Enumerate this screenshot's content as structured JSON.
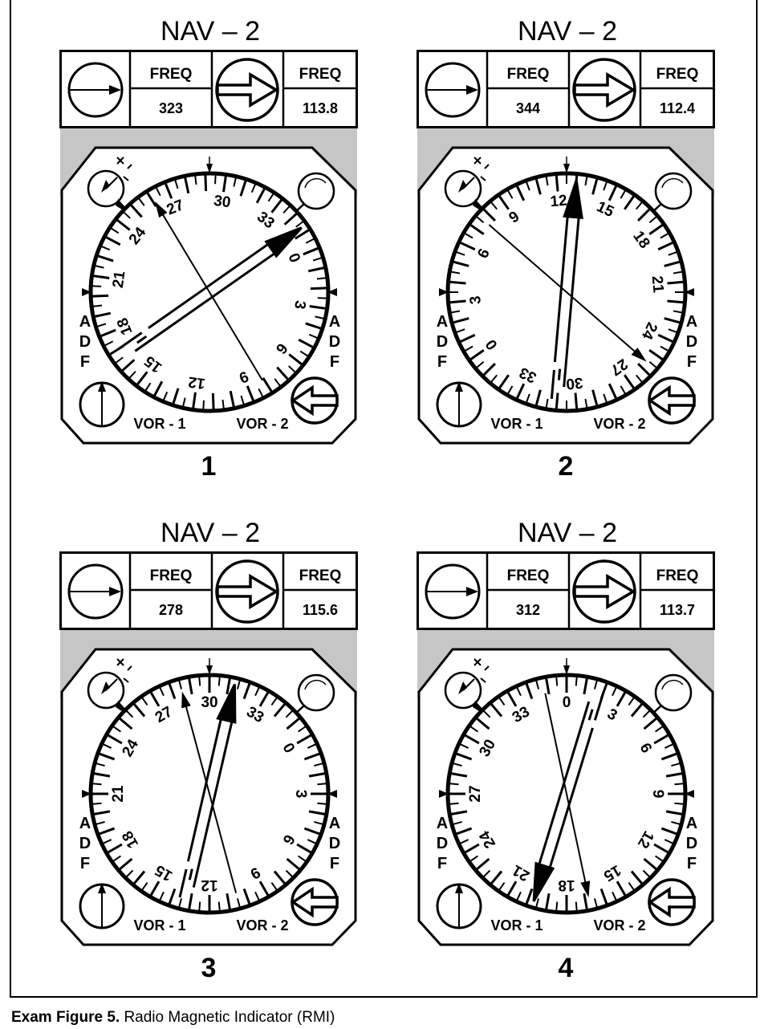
{
  "figure_caption": {
    "label": "Exam Figure 5.",
    "text": "Radio Magnetic Indicator (RMI)"
  },
  "compass_labels": [
    "0",
    "3",
    "6",
    "9",
    "12",
    "15",
    "18",
    "21",
    "24",
    "27",
    "30",
    "33"
  ],
  "instruments": [
    {
      "number": "1",
      "title": "NAV – 2",
      "freq_label_1": "FREQ",
      "freq_1": "323",
      "freq_label_2": "FREQ",
      "freq_2": "113.8",
      "left_label": "ADF",
      "right_label": "ADF",
      "vor1_label": "VOR - 1",
      "vor2_label": "VOR - 2",
      "heading": 292,
      "adf_bearing": 261,
      "vor_bearing": 347
    },
    {
      "number": "2",
      "title": "NAV – 2",
      "freq_label_1": "FREQ",
      "freq_1": "344",
      "freq_label_2": "FREQ",
      "freq_2": "112.4",
      "left_label": "ADF",
      "right_label": "ADF",
      "vor1_label": "VOR - 1",
      "vor2_label": "VOR - 2",
      "heading": 125,
      "adf_bearing": 256,
      "vor_bearing": 130
    },
    {
      "number": "3",
      "title": "NAV – 2",
      "freq_label_1": "FREQ",
      "freq_1": "278",
      "freq_label_2": "FREQ",
      "freq_2": "115.6",
      "left_label": "ADF",
      "right_label": "ADF",
      "vor1_label": "VOR - 1",
      "vor2_label": "VOR - 2",
      "heading": 300,
      "adf_bearing": 285,
      "vor_bearing": 313
    },
    {
      "number": "4",
      "title": "NAV – 2",
      "freq_label_1": "FREQ",
      "freq_1": "312",
      "freq_label_2": "FREQ",
      "freq_2": "113.7",
      "left_label": "ADF",
      "right_label": "ADF",
      "vor1_label": "VOR - 1",
      "vor2_label": "VOR - 2",
      "heading": 0,
      "adf_bearing": 168,
      "vor_bearing": 197
    }
  ]
}
